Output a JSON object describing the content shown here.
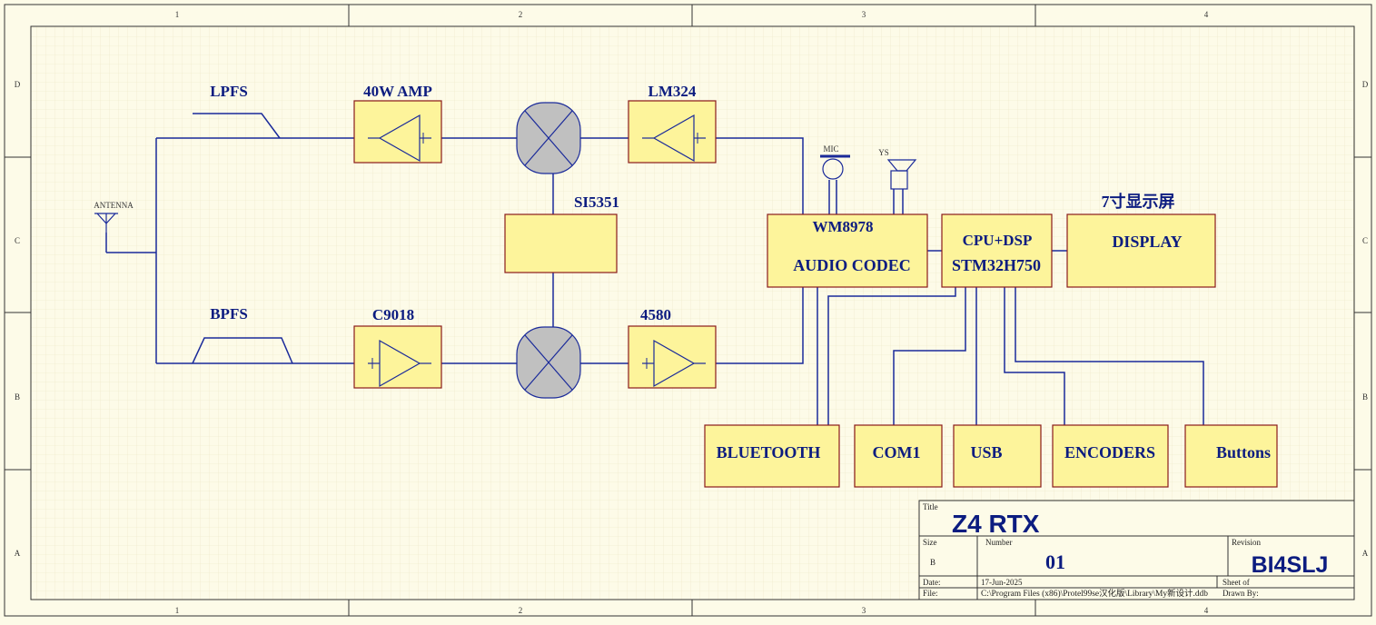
{
  "frame": {
    "col_labels": [
      "1",
      "2",
      "3",
      "4"
    ],
    "row_labels": [
      "D",
      "C",
      "B",
      "A"
    ]
  },
  "blocks": {
    "lpfs": "LPFS",
    "bpfs": "BPFS",
    "antenna": "ANTENNA",
    "amp40w": "40W AMP",
    "c9018": "C9018",
    "lm324": "LM324",
    "ic4580": "4580",
    "si5351": "SI5351",
    "mic": "MIC",
    "ys": "YS",
    "codec_line1": "WM8978",
    "codec_line2": "AUDIO CODEC",
    "cpu_line1": "CPU+DSP",
    "cpu_line2": "STM32H750",
    "display_cn": "7寸显示屏",
    "display": "DISPLAY",
    "bluetooth": "BLUETOOTH",
    "com1": "COM1",
    "usb": "USB",
    "encoders": "ENCODERS",
    "buttons": "Buttons"
  },
  "title_block": {
    "title_label": "Title",
    "title": "Z4 RTX",
    "size_label": "Size",
    "size": "B",
    "number_label": "Number",
    "number": "01",
    "revision_label": "Revision",
    "revision": "BI4SLJ",
    "date_label": "Date:",
    "date": "17-Jun-2025",
    "sheet_label": "Sheet    of",
    "file_label": "File:",
    "file": "C:\\Program Files (x86)\\Protel99se汉化版\\Library\\My新设计.ddb",
    "drawn_label": "Drawn By:"
  },
  "colors": {
    "wire": "#1a2a9a",
    "block_fill": "#fdf49b",
    "block_stroke": "#8b1a1a",
    "mixer_fill": "#c0c0c0",
    "label": "#0c1c80"
  }
}
